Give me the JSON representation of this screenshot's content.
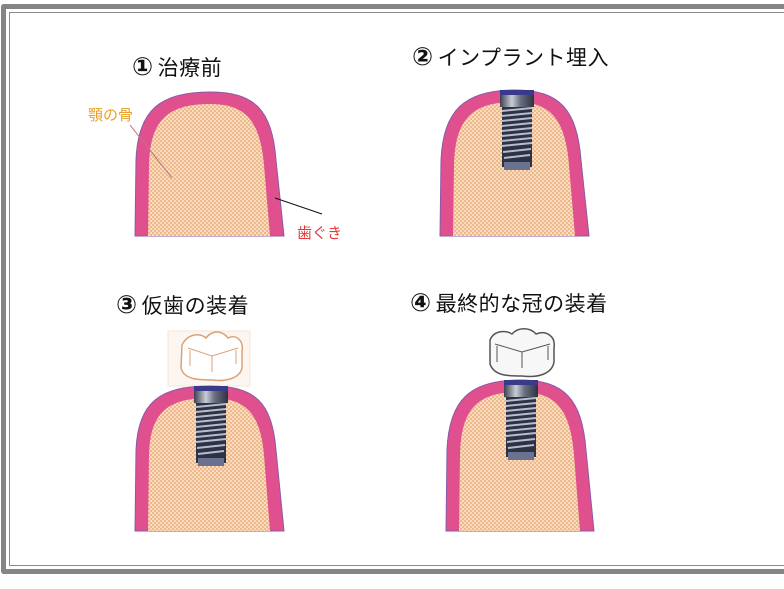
{
  "diagram": {
    "panels": [
      {
        "number": "①",
        "title": "治療前",
        "labels": {
          "bone": "顎の骨",
          "gum": "歯ぐき"
        }
      },
      {
        "number": "②",
        "title": "インプラント埋入"
      },
      {
        "number": "③",
        "title": "仮歯の装着"
      },
      {
        "number": "④",
        "title": "最終的な冠の装着"
      }
    ],
    "colors": {
      "gum": "#e0508f",
      "gum_edge": "#8a5aa8",
      "bone_a": "#f7dcbe",
      "bone_b": "#efb88c",
      "bone_label": "#e8a02a",
      "gum_label": "#e53a3a",
      "frame": "#858585",
      "temp_crown": "#d9a27a",
      "final_crown": "#555555"
    }
  }
}
